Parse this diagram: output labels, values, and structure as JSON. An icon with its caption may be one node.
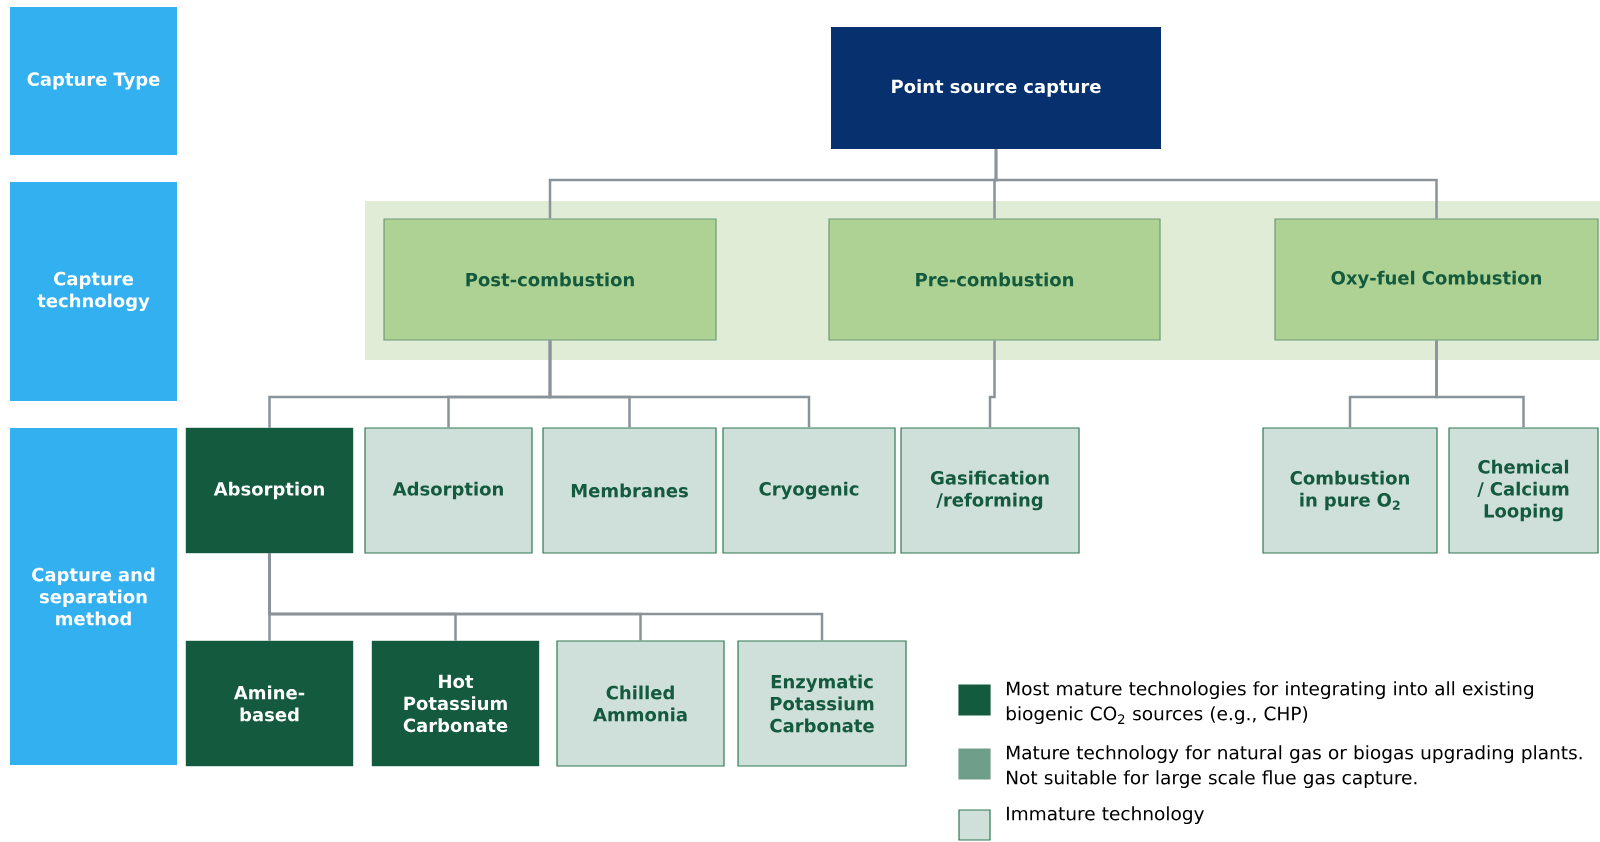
{
  "diagram": {
    "nodes": [
      {
        "text": [
          "Capture Type"
        ]
      },
      {
        "text": [
          "Capture technology"
        ]
      },
      {
        "text": [
          "Capture and separation method"
        ]
      },
      {
        "text": [
          "Point source capture"
        ]
      },
      {
        "text": [
          "Post-combustion"
        ]
      },
      {
        "text": [
          "Pre-combustion"
        ]
      },
      {
        "text": [
          "Oxy-fuel Combustion"
        ]
      },
      {
        "text": [
          "Absorption"
        ]
      },
      {
        "text": [
          "Adsorption"
        ]
      },
      {
        "text": [
          "Membranes"
        ]
      },
      {
        "text": [
          "Cryogenic"
        ]
      },
      {
        "text": [
          "Gasification /reforming"
        ]
      },
      {
        "text": [
          "Combustion in pure O$_{2}$"
        ]
      },
      {
        "text": [
          "Chemical / Calcium Looping"
        ]
      },
      {
        "text": [
          "Amine-based"
        ]
      },
      {
        "text": [
          "Hot Potassium Carbonate"
        ]
      },
      {
        "text": [
          "Chilled Ammonia"
        ]
      },
      {
        "text": [
          "Enzymatic Potassium Carbonate"
        ]
      }
    ],
    "edges": [
      {
        "from": 3,
        "to": 4,
        "arrow": "none"
      },
      {
        "from": 3,
        "to": 5,
        "arrow": "none"
      },
      {
        "from": 3,
        "to": 6,
        "arrow": "none"
      },
      {
        "from": 4,
        "to": 7,
        "arrow": "none"
      },
      {
        "from": 4,
        "to": 8,
        "arrow": "none"
      },
      {
        "from": 4,
        "to": 9,
        "arrow": "none"
      },
      {
        "from": 4,
        "to": 10,
        "arrow": "none"
      },
      {
        "from": 5,
        "to": 11,
        "arrow": "none"
      },
      {
        "from": 6,
        "to": 12,
        "arrow": "none"
      },
      {
        "from": 6,
        "to": 13,
        "arrow": "none"
      },
      {
        "from": 7,
        "to": 14,
        "arrow": "none"
      },
      {
        "from": 7,
        "to": 15,
        "arrow": "none"
      },
      {
        "from": 7,
        "to": 16,
        "arrow": "none"
      },
      {
        "from": 7,
        "to": 17,
        "arrow": "none"
      }
    ],
    "legend": [
      {
        "text": "Most mature technologies for integrating into all existing biogenic CO$_{2}$ sources (e.g., CHP)",
        "color": "#145a3e"
      },
      {
        "text": "Mature technology for natural gas or biogas upgrading plants. Not suitable for large scale flue gas capture.",
        "color": "#6f9e8a"
      },
      {
        "text": "Immature technology",
        "color": "#cfdfda"
      }
    ]
  }
}
